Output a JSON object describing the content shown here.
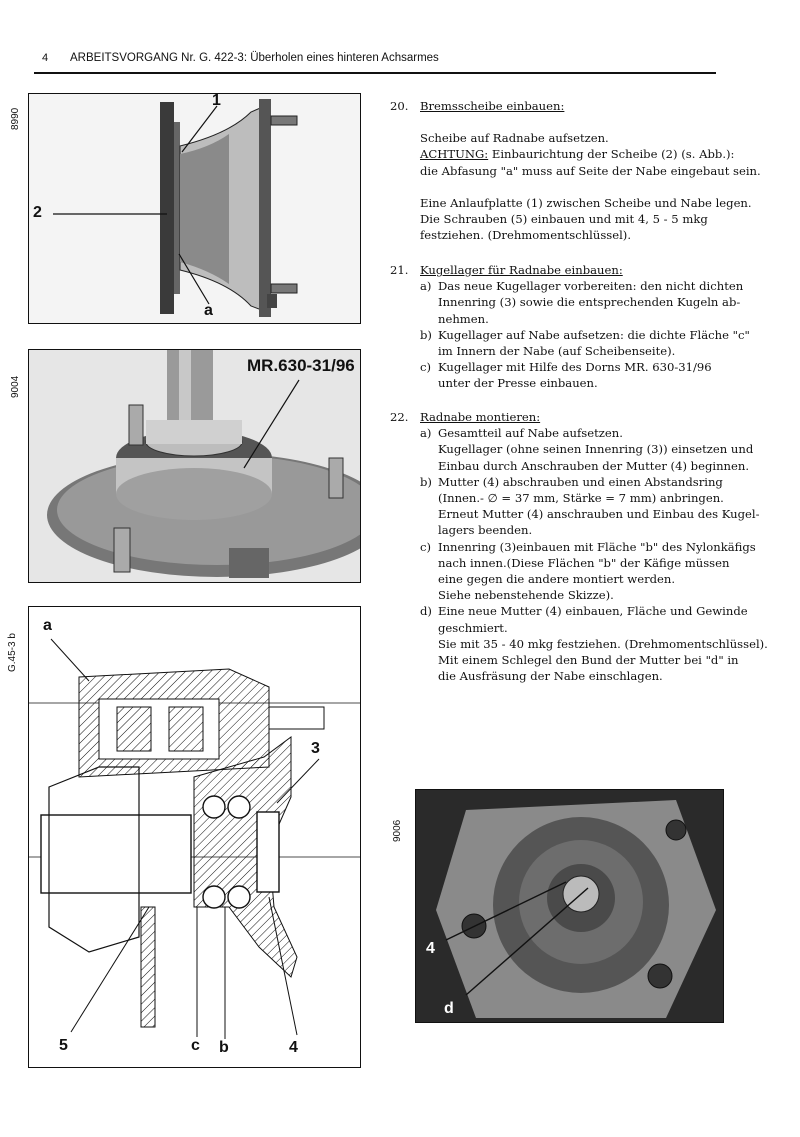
{
  "header": {
    "page_number": "4",
    "title": "ARBEITSVORGANG Nr. G. 422-3: Überholen eines hinteren Achsarmes"
  },
  "figures": {
    "fig1": {
      "code": "8990",
      "callouts": [
        "1",
        "2",
        "a"
      ]
    },
    "fig2": {
      "code": "9004",
      "tool_label": "MR.630-31/96"
    },
    "fig3": {
      "code": "G.45-3 b",
      "callouts": [
        "a",
        "3",
        "5",
        "c",
        "b",
        "4"
      ]
    },
    "fig4": {
      "code": "9006",
      "callouts": [
        "4",
        "d"
      ]
    }
  },
  "sections": {
    "s20": {
      "number": "20.",
      "title": "Bremsscheibe einbauen:",
      "p1": "Scheibe auf Radnabe aufsetzen.",
      "achtung_label": "ACHTUNG:",
      "p2": " Einbaurichtung der Scheibe (2) (s. Abb.):",
      "p3": "die Abfasung \"a\" muss auf Seite der Nabe eingebaut sein.",
      "p4": "Eine Anlaufplatte (1) zwischen Scheibe und Nabe legen.",
      "p5": "Die Schrauben (5) einbauen und mit 4, 5 - 5 mkg",
      "p6": "festziehen. (Drehmomentschlüssel)."
    },
    "s21": {
      "number": "21.",
      "title": "Kugellager für Radnabe einbauen:",
      "a_label": "a)",
      "a1": "Das neue Kugellager vorbereiten: den nicht dichten",
      "a2": "Innenring (3) sowie die entsprechenden Kugeln ab-",
      "a3": "nehmen.",
      "b_label": "b)",
      "b1": "Kugellager auf Nabe aufsetzen: die dichte Fläche \"c\"",
      "b2": "im Innern der Nabe (auf Scheibenseite).",
      "c_label": "c)",
      "c1": "Kugellager mit Hilfe des Dorns MR. 630-31/96",
      "c2": "unter der Presse einbauen."
    },
    "s22": {
      "number": "22.",
      "title": "Radnabe montieren:",
      "a_label": "a)",
      "a1": "Gesamtteil auf Nabe aufsetzen.",
      "a2": "Kugellager (ohne seinen Innenring (3)) einsetzen und",
      "a3": "Einbau durch Anschrauben der Mutter (4) beginnen.",
      "b_label": "b)",
      "b1": "Mutter (4) abschrauben und einen Abstandsring",
      "b2": "(Innen.- ∅ = 37 mm, Stärke = 7 mm) anbringen.",
      "b3": "Erneut Mutter (4) anschrauben und Einbau des Kugel-",
      "b4": "lagers beenden.",
      "c_label": "c)",
      "c1": "Innenring (3)einbauen mit Fläche \"b\" des Nylonkäfigs",
      "c2": "nach innen.(Diese Flächen \"b\" der Käfige müssen",
      "c3": "eine gegen die andere montiert werden.",
      "c4": "Siehe nebenstehende Skizze).",
      "d_label": "d)",
      "d1": "Eine neue Mutter (4) einbauen, Fläche und Gewinde",
      "d2": "geschmiert.",
      "d3": "Sie mit 35 - 40 mkg festziehen. (Drehmomentschlüssel).",
      "d4": "Mit einem Schlegel den Bund der Mutter bei \"d\" in",
      "d5": "die Ausfräsung der Nabe einschlagen."
    }
  }
}
